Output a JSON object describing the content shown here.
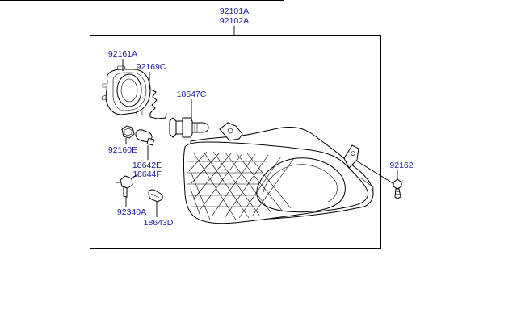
{
  "diagram": {
    "assembly_labels": [
      "92101A",
      "92102A"
    ],
    "parts": {
      "p92161A": "92161A",
      "p92169C": "92169C",
      "p18647C": "18647C",
      "p92160E": "92160E",
      "p18642E": "18642E",
      "p18644F": "18644F",
      "p92340A": "92340A",
      "p18643D": "18643D",
      "p92162": "92162"
    },
    "colors": {
      "label": "#1a1aa6",
      "line": "#000000",
      "background": "#ffffff"
    }
  }
}
